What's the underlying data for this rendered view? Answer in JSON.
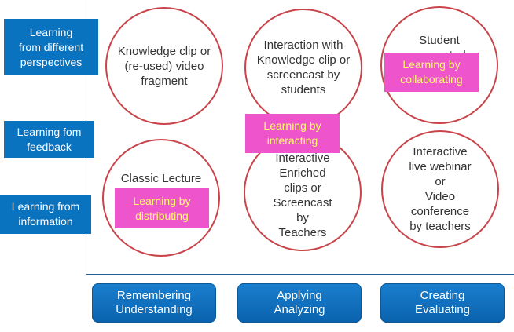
{
  "left_labels": [
    "Learning\nfrom different\nperspectives",
    "Learning fom\nfeedback",
    "Learning from\ninformation"
  ],
  "circles": [
    "Knowledge clip or\n(re-used) video\nfragment",
    "Interaction with\nKnowledge clip or\nscreencast by\nstudents",
    "Student\ngenerated",
    "Classic Lecture\nCasts",
    "Interactive\nEnriched\nclips or\nScreencast\nby\nTeachers",
    "Interactive\nlive webinar\nor\nVideo\nconference\nby teachers"
  ],
  "overlays": [
    "Learning  by\ncollaborating",
    "Learning  by\ninteracting",
    "Learning  by\ndistributing"
  ],
  "bottom_buttons": [
    "Remembering\nUnderstanding",
    "Applying\nAnalyzing",
    "Creating\nEvaluating"
  ],
  "colors": {
    "label_blue": "#0a73c0",
    "circle_border": "#c8444a",
    "overlay_pink": "#ee55cc",
    "overlay_text": "#ffff66"
  }
}
